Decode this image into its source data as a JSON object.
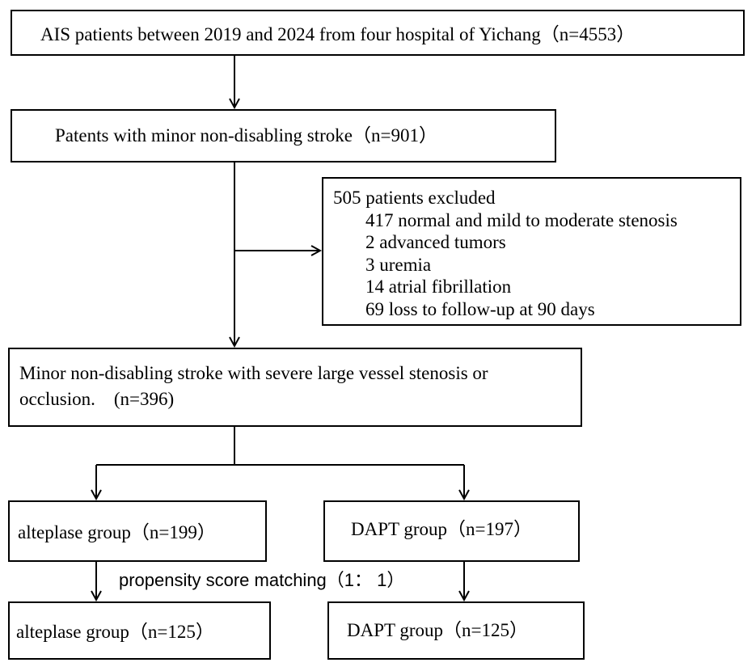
{
  "boxes": {
    "ais": "AIS patients between 2019 and 2024 from four hospital of Yichang（n=4553）",
    "minor": "Patents with minor non-disabling stroke（n=901）",
    "excluded_title": "505 patients excluded",
    "excluded_items": [
      "417 normal and mild to moderate stenosis",
      "2 advanced tumors",
      "3 uremia",
      "14 atrial fibrillation",
      "69 loss to follow-up at 90 days"
    ],
    "severe_line1": "Minor non-disabling stroke with severe large vessel stenosis or",
    "severe_line2": "occlusion.　(n=396)",
    "alteplase_1": "alteplase group（n=199）",
    "dapt_1": "DAPT group（n=197）",
    "psm": "propensity score matching（1： 1）",
    "alteplase_2": "alteplase group（n=125）",
    "dapt_2": "DAPT group（n=125）"
  }
}
